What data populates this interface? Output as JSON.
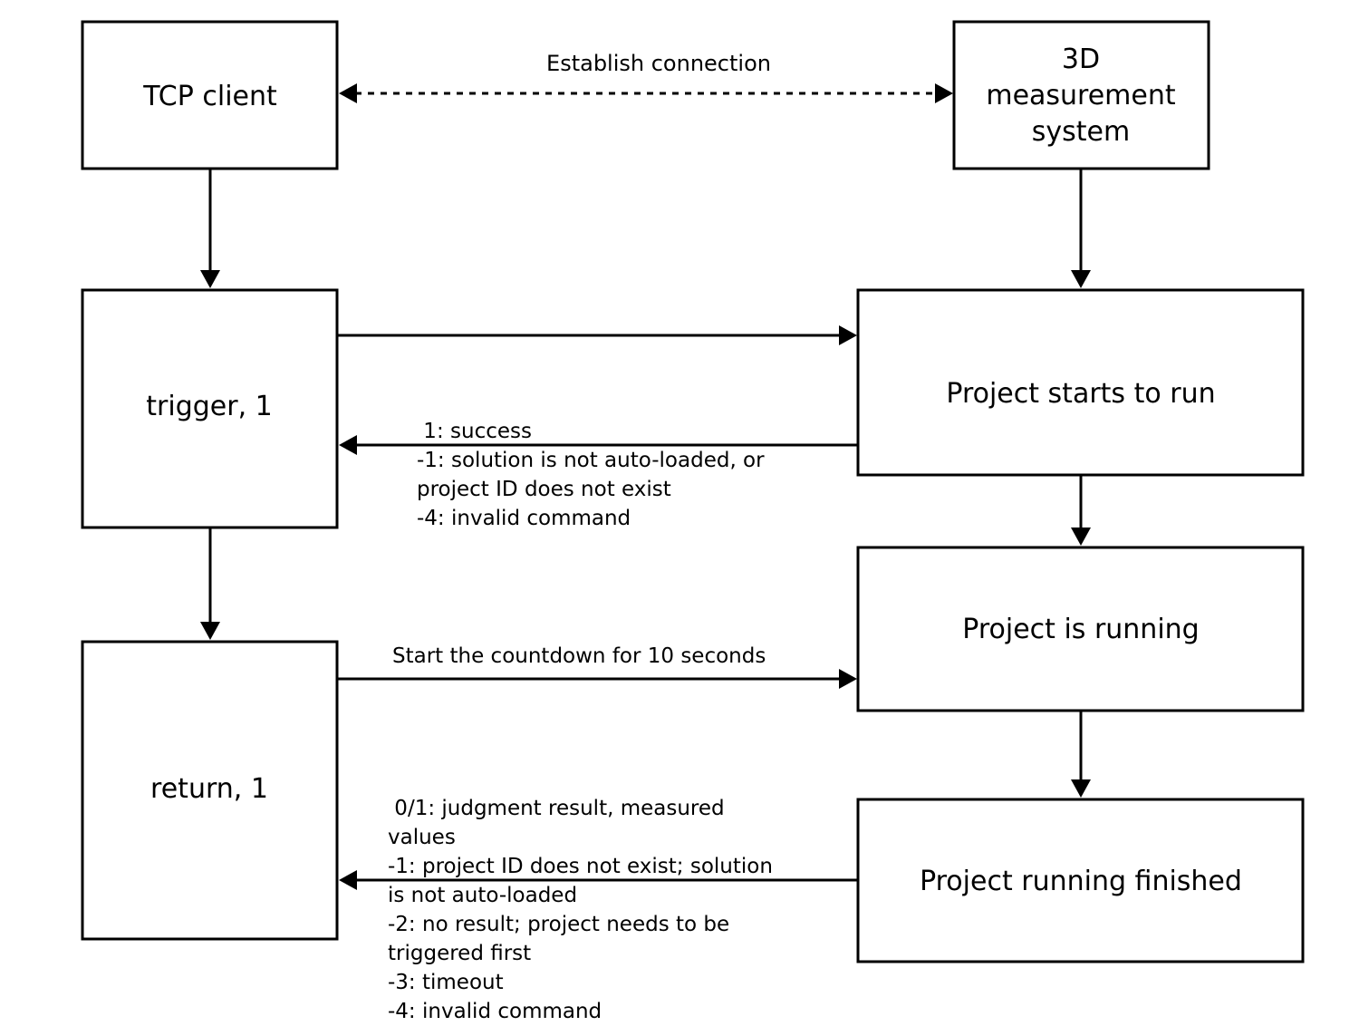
{
  "nodes": {
    "tcp_client": "TCP client",
    "measurement_system": {
      "line1": "3D",
      "line2": "measurement",
      "line3": "system"
    },
    "trigger": "trigger, 1",
    "project_starts": "Project starts to run",
    "project_running": "Project is running",
    "return": "return, 1",
    "project_finished": "Project running finished"
  },
  "edges": {
    "establish_connection": "Establish connection",
    "countdown": "Start the countdown for 10 seconds",
    "trigger_response": [
      " 1: success",
      "-1: solution is not auto-loaded, or",
      "project ID does not exist",
      "-4: invalid command"
    ],
    "return_response": [
      " 0/1: judgment result, measured",
      "values",
      "-1: project ID does not exist; solution",
      "is not auto-loaded",
      "-2: no result; project needs to be",
      "triggered first",
      "-3: timeout",
      "-4: invalid command"
    ]
  }
}
